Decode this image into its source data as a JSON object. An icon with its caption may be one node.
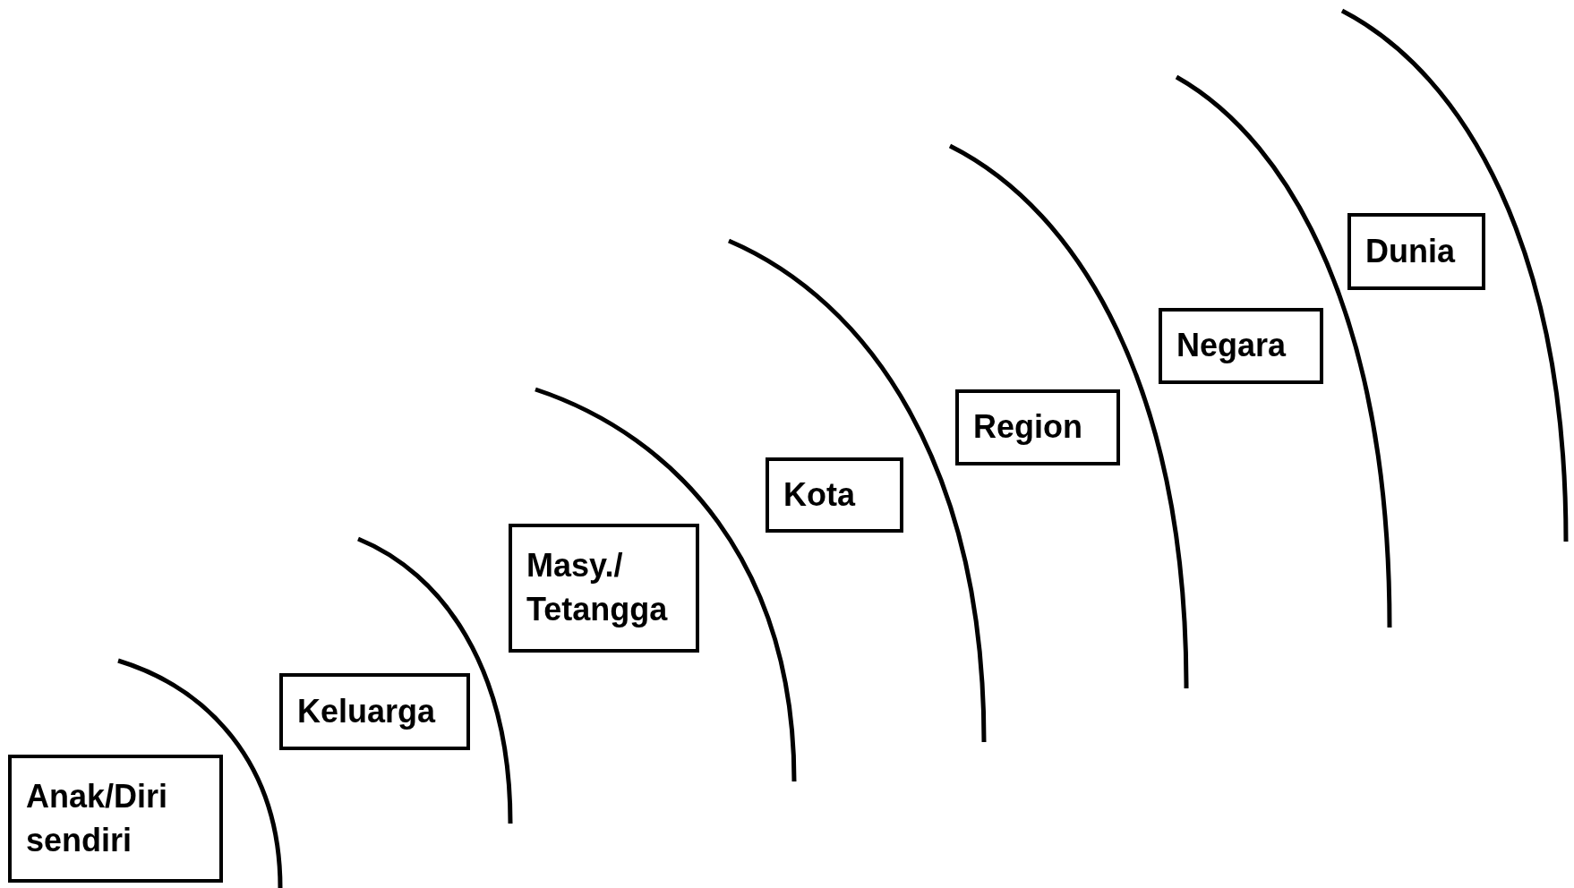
{
  "diagram": {
    "nodes": [
      {
        "text": [
          "Anak/Diri sendiri"
        ]
      },
      {
        "text": [
          "Keluarga"
        ]
      },
      {
        "text": [
          "Masy./ Tetangga"
        ]
      },
      {
        "text": [
          "Kota"
        ]
      },
      {
        "text": [
          "Region"
        ]
      },
      {
        "text": [
          "Negara"
        ]
      },
      {
        "text": [
          "Dunia"
        ]
      }
    ]
  }
}
